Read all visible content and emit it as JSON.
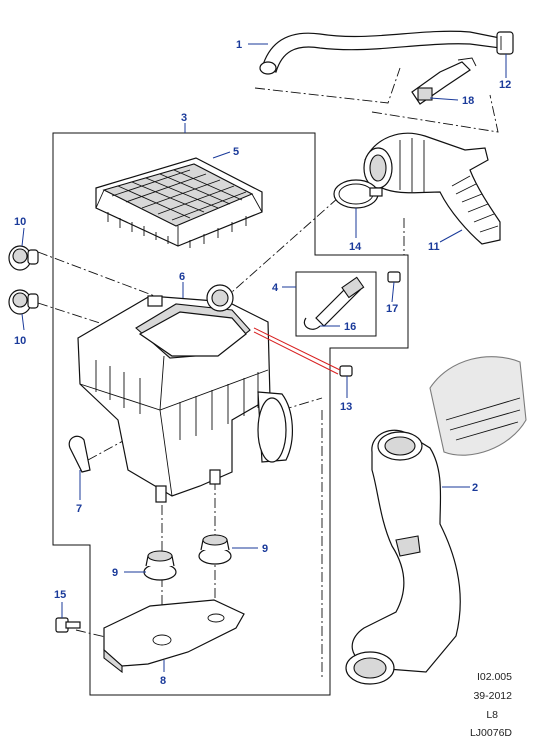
{
  "callouts": {
    "c1": "1",
    "c2": "2",
    "c3": "3",
    "c4": "4",
    "c5": "5",
    "c6": "6",
    "c7": "7",
    "c8": "8",
    "c9a": "9",
    "c9b": "9",
    "c10a": "10",
    "c10b": "10",
    "c11": "11",
    "c12": "12",
    "c13": "13",
    "c14": "14",
    "c15": "15",
    "c16": "16",
    "c17": "17",
    "c18": "18"
  },
  "reference": {
    "line1": "I02.005",
    "line2": "39-2012",
    "line3": "L8",
    "line4": "LJ0076D"
  },
  "colors": {
    "callout": "#1a3a9a",
    "ink": "#111111",
    "highlight": "#d82020"
  }
}
